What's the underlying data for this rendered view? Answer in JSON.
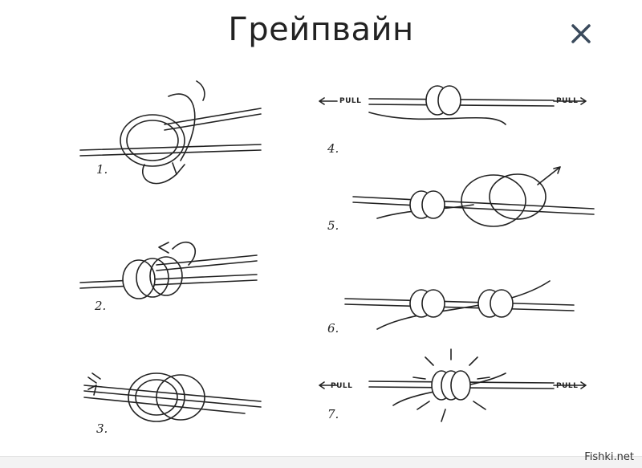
{
  "header": {
    "title": "Грейпвайн",
    "close_icon": "close-icon"
  },
  "steps": [
    {
      "number": "1."
    },
    {
      "number": "2."
    },
    {
      "number": "3."
    },
    {
      "number": "4."
    },
    {
      "number": "5."
    },
    {
      "number": "6."
    },
    {
      "number": "7."
    }
  ],
  "pull_labels": {
    "step4_left": "PULL",
    "step4_right": "PULL",
    "step7_left": "PULL",
    "step7_right": "PULL"
  },
  "footer": {
    "watermark": "Fishki.net"
  }
}
